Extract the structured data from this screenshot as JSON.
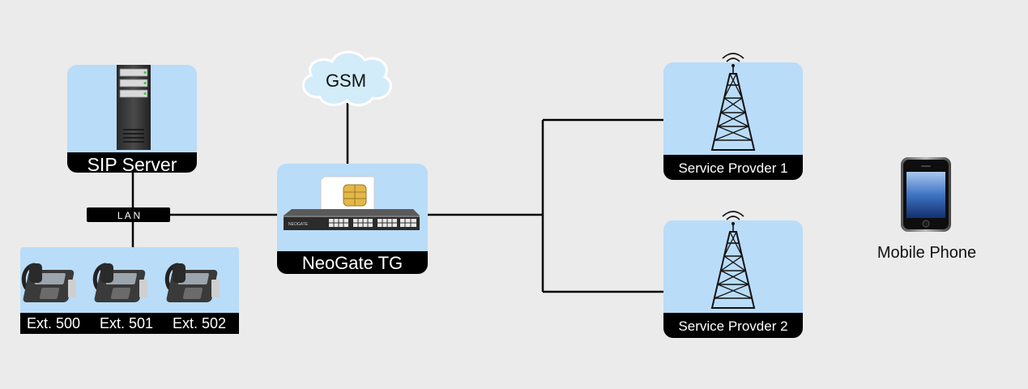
{
  "nodes": {
    "sip_server": {
      "label": "SIP Server"
    },
    "lan": {
      "label": "L A N"
    },
    "extensions": [
      {
        "label": "Ext. 500"
      },
      {
        "label": "Ext. 501"
      },
      {
        "label": "Ext. 502"
      }
    ],
    "gsm": {
      "label": "GSM"
    },
    "gateway": {
      "label": "NeoGate TG",
      "device_brand": "NEOGATE"
    },
    "provider_1": {
      "label": "Service Provder 1"
    },
    "provider_2": {
      "label": "Service Provder 2"
    },
    "mobile_phone": {
      "label": "Mobile Phone"
    }
  },
  "colors": {
    "background": "#ebebeb",
    "box_fill": "#b9dcf8",
    "label_bar": "#000000",
    "line": "#000000",
    "cloud": "#d3ecfa"
  }
}
